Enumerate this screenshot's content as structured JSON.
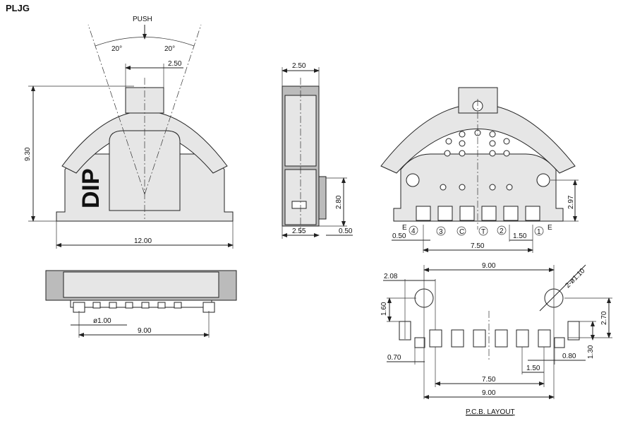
{
  "title": "PLJG",
  "front_view": {
    "push_label": "PUSH",
    "angle_left": "20°",
    "angle_right": "20°",
    "dim_knob_width": "2.50",
    "dim_height": "9.30",
    "dim_width": "12.00",
    "marking": "DIP"
  },
  "side_view": {
    "dim_width": "2.50",
    "dim_post_height": "2.80",
    "dim_base": "2.55",
    "dim_post": "0.50"
  },
  "back_view": {
    "dim_height": "2.97",
    "dim_pin_width": "0.50",
    "dim_pitch": "1.50",
    "dim_span": "7.50",
    "pins": [
      "4",
      "3",
      "C",
      "T",
      "2",
      "1"
    ],
    "ground_left": "E",
    "ground_right": "E"
  },
  "bottom_view": {
    "dim_post_dia": "ø1.00",
    "dim_post_span": "9.00"
  },
  "pcb_layout": {
    "label": "P.C.B. LAYOUT",
    "dim_hole_span": "9.00",
    "dim_offset": "2.08",
    "dim_hole_dia": "2-ø1.10",
    "dim_hole_to_pad": "1.60",
    "dim_hole_row": "2.70",
    "dim_small_pad": "0.70",
    "dim_small_pad_right": "0.80",
    "dim_pad_height": "1.30",
    "dim_pitch": "1.50",
    "dim_pin_span": "7.50",
    "dim_outer_span": "9.00"
  }
}
